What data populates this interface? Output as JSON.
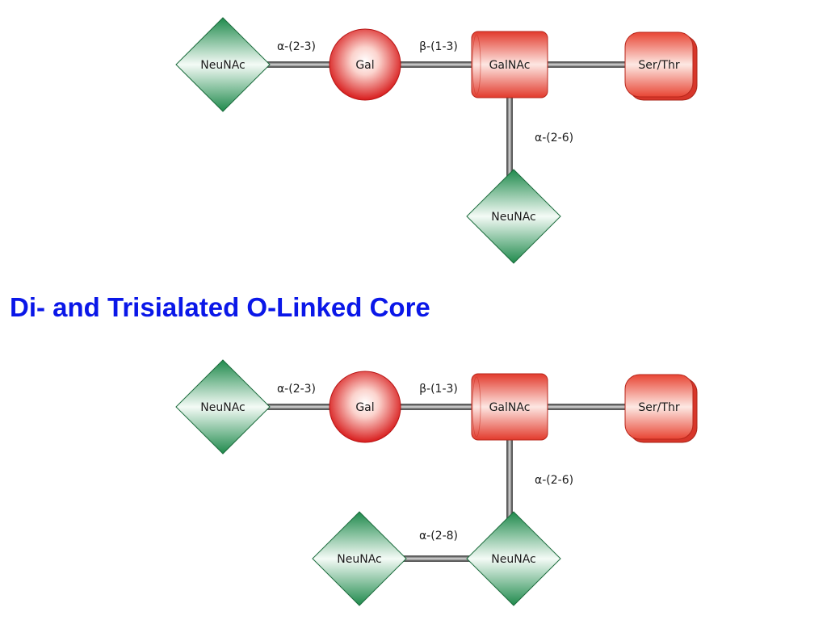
{
  "colors": {
    "sialic": "#2e9a5c",
    "galactose": "#dd2020",
    "galnac": "#e8483a",
    "aminoacid": "#e8483a",
    "bond": "#555555",
    "title": "#0a17e8"
  },
  "title": "Di- and Trisialated O-Linked Core",
  "diagrams": [
    {
      "nodes": [
        {
          "id": "neu1",
          "label": "NeuNAc",
          "shape": "diamond"
        },
        {
          "id": "gal",
          "label": "Gal",
          "shape": "circle"
        },
        {
          "id": "galnac",
          "label": "GalNAc",
          "shape": "cylinder"
        },
        {
          "id": "serthr",
          "label": "Ser/Thr",
          "shape": "rounded-block"
        },
        {
          "id": "neu2",
          "label": "NeuNAc",
          "shape": "diamond"
        }
      ],
      "links": [
        {
          "from": "neu1",
          "to": "gal",
          "label": "α-(2-3)"
        },
        {
          "from": "gal",
          "to": "galnac",
          "label": "β-(1-3)"
        },
        {
          "from": "galnac",
          "to": "serthr",
          "label": ""
        },
        {
          "from": "galnac",
          "to": "neu2",
          "label": "α-(2-6)"
        }
      ]
    },
    {
      "nodes": [
        {
          "id": "neu1",
          "label": "NeuNAc",
          "shape": "diamond"
        },
        {
          "id": "gal",
          "label": "Gal",
          "shape": "circle"
        },
        {
          "id": "galnac",
          "label": "GalNAc",
          "shape": "cylinder"
        },
        {
          "id": "serthr",
          "label": "Ser/Thr",
          "shape": "rounded-block"
        },
        {
          "id": "neu2",
          "label": "NeuNAc",
          "shape": "diamond"
        },
        {
          "id": "neu3",
          "label": "NeuNAc",
          "shape": "diamond"
        }
      ],
      "links": [
        {
          "from": "neu1",
          "to": "gal",
          "label": "α-(2-3)"
        },
        {
          "from": "gal",
          "to": "galnac",
          "label": "β-(1-3)"
        },
        {
          "from": "galnac",
          "to": "serthr",
          "label": ""
        },
        {
          "from": "galnac",
          "to": "neu2",
          "label": "α-(2-6)"
        },
        {
          "from": "neu3",
          "to": "neu2",
          "label": "α-(2-8)"
        }
      ]
    }
  ]
}
